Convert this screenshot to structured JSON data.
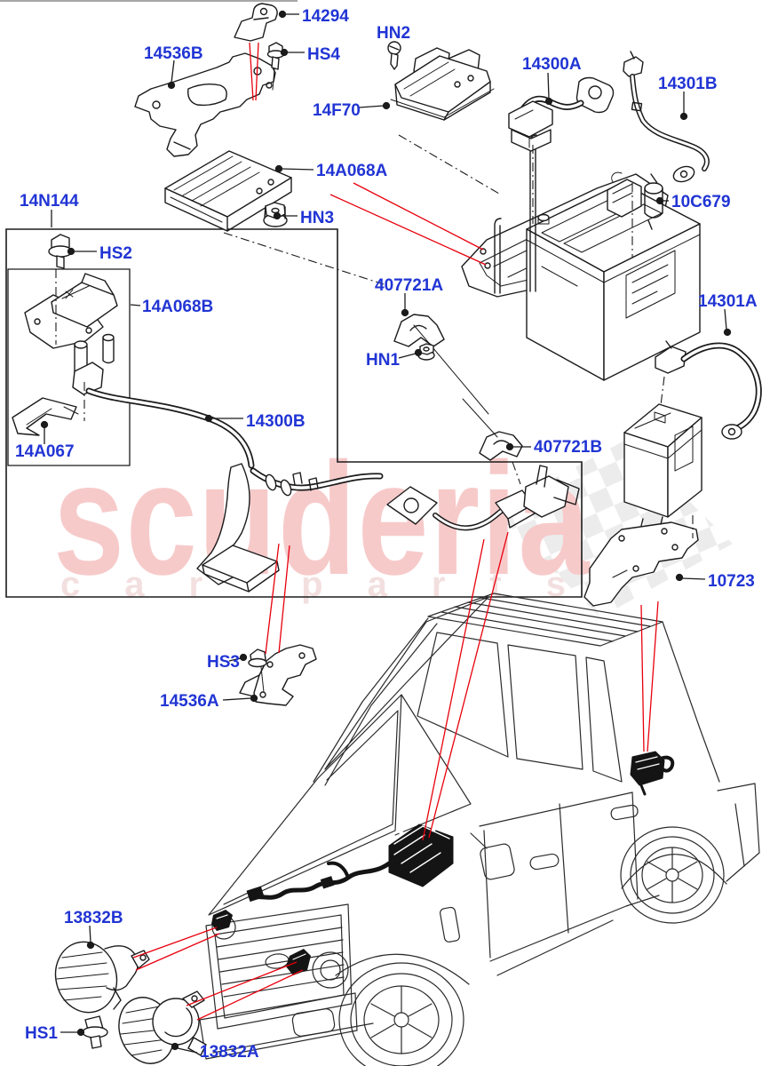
{
  "watermark": {
    "brand": "scuderia",
    "tagline": "car parts"
  },
  "colors": {
    "part_label_blue": "#2135d4",
    "callout_red": "#e8000d",
    "line_art_black": "#1b1b1b",
    "watermark_pink": "#f7caca",
    "watermark_tagline_pink": "#f3dfdf",
    "watermark_checker_grey": "#ececec"
  },
  "parts": [
    {
      "id": "14294",
      "label": "14294"
    },
    {
      "id": "14536B",
      "label": "14536B"
    },
    {
      "id": "HS4",
      "label": "HS4"
    },
    {
      "id": "HN2",
      "label": "HN2"
    },
    {
      "id": "14F70",
      "label": "14F70"
    },
    {
      "id": "14300A",
      "label": "14300A"
    },
    {
      "id": "14301B",
      "label": "14301B"
    },
    {
      "id": "14A068A",
      "label": "14A068A"
    },
    {
      "id": "HN3",
      "label": "HN3"
    },
    {
      "id": "14N144",
      "label": "14N144"
    },
    {
      "id": "HS2",
      "label": "HS2"
    },
    {
      "id": "14A068B",
      "label": "14A068B"
    },
    {
      "id": "14A067",
      "label": "14A067"
    },
    {
      "id": "14300B",
      "label": "14300B"
    },
    {
      "id": "407721A",
      "label": "407721A"
    },
    {
      "id": "HN1",
      "label": "HN1"
    },
    {
      "id": "407721B",
      "label": "407721B"
    },
    {
      "id": "14301A",
      "label": "14301A"
    },
    {
      "id": "10C679",
      "label": "10C679"
    },
    {
      "id": "10723",
      "label": "10723"
    },
    {
      "id": "HS3",
      "label": "HS3"
    },
    {
      "id": "14536A",
      "label": "14536A"
    },
    {
      "id": "13832B",
      "label": "13832B"
    },
    {
      "id": "HS1",
      "label": "HS1"
    },
    {
      "id": "13832A",
      "label": "13832A"
    }
  ]
}
